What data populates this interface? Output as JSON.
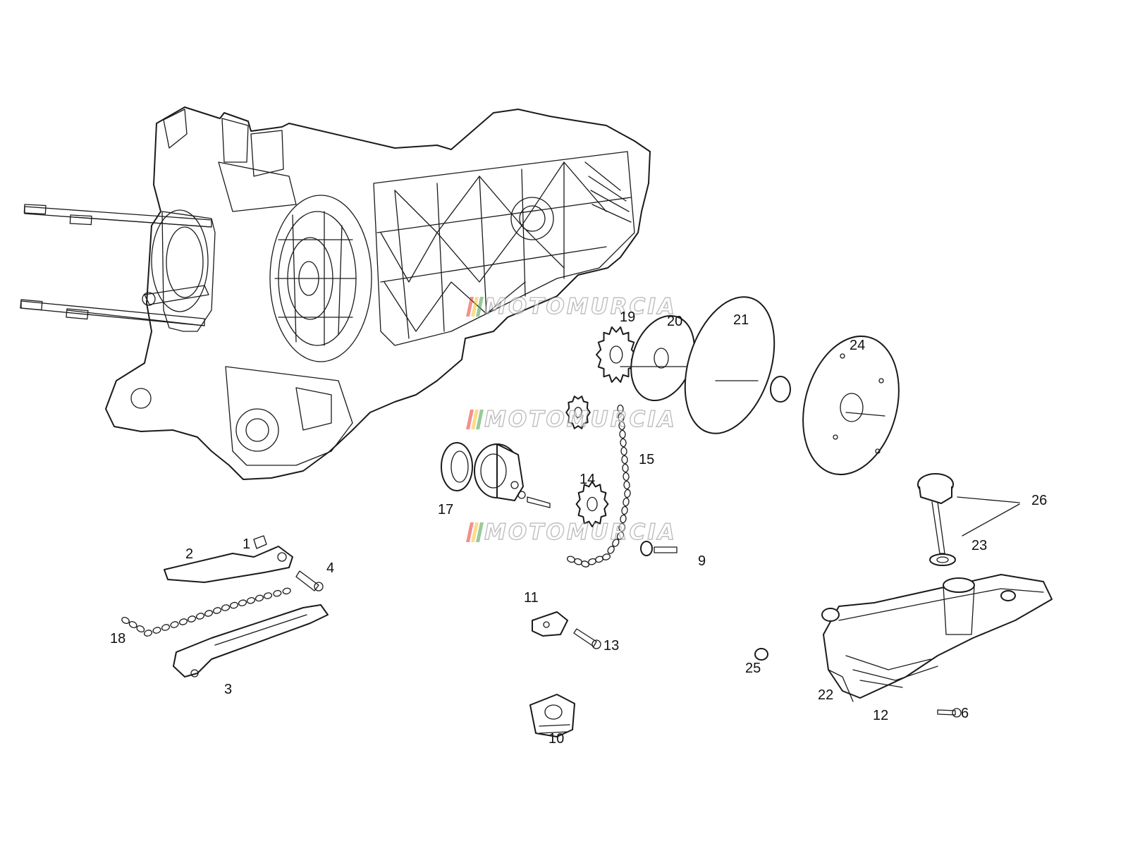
{
  "watermark": {
    "text": "MOTOMURCIA",
    "bar_colors": [
      "#e53935",
      "#fbc02d",
      "#43a047"
    ]
  },
  "parts": [
    {
      "id": "p1",
      "label": "1"
    },
    {
      "id": "p2",
      "label": "2"
    },
    {
      "id": "p3",
      "label": "3"
    },
    {
      "id": "p4",
      "label": "4"
    },
    {
      "id": "p6",
      "label": "6"
    },
    {
      "id": "p9",
      "label": "9"
    },
    {
      "id": "p10",
      "label": "10"
    },
    {
      "id": "p11",
      "label": "11"
    },
    {
      "id": "p12",
      "label": "12"
    },
    {
      "id": "p13",
      "label": "13"
    },
    {
      "id": "p14",
      "label": "14"
    },
    {
      "id": "p15",
      "label": "15"
    },
    {
      "id": "p17",
      "label": "17"
    },
    {
      "id": "p18",
      "label": "18"
    },
    {
      "id": "p19",
      "label": "19"
    },
    {
      "id": "p20",
      "label": "20"
    },
    {
      "id": "p21",
      "label": "21"
    },
    {
      "id": "p22",
      "label": "22"
    },
    {
      "id": "p23",
      "label": "23"
    },
    {
      "id": "p24",
      "label": "24"
    },
    {
      "id": "p25",
      "label": "25"
    },
    {
      "id": "p26",
      "label": "26"
    }
  ]
}
